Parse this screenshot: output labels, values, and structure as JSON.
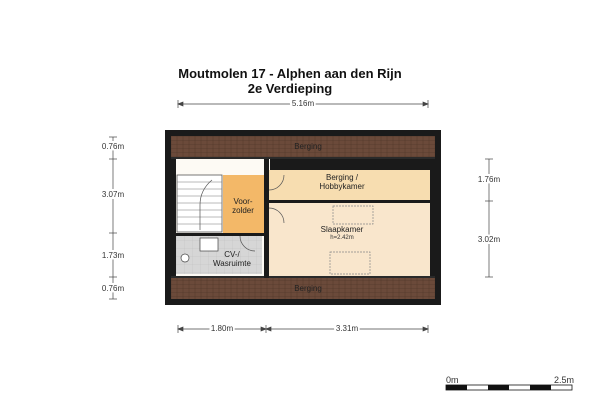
{
  "header": {
    "title": "Moutmolen 17 - Alphen aan den Rijn",
    "subtitle": "2e Verdieping"
  },
  "dimensions": {
    "top_width": "5.16m",
    "bottom_left": "1.80m",
    "bottom_right": "3.31m",
    "left_1": "0.76m",
    "left_2": "3.07m",
    "left_3": "1.73m",
    "left_4": "0.76m",
    "right_1": "1.76m",
    "right_2": "3.02m"
  },
  "rooms": {
    "berging_top": "Berging",
    "berging_bottom": "Berging",
    "hobby_line1": "Berging /",
    "hobby_line2": "Hobbykamer",
    "voorzolder_line1": "Voor-",
    "voorzolder_line2": "zolder",
    "cv_line1": "CV-/",
    "cv_line2": "Wasruimte",
    "slaapkamer": "Slaapkamer",
    "slaapkamer_height": "h=2.42m"
  },
  "scale": {
    "start": "0m",
    "end": "2.5m"
  },
  "colors": {
    "roof": "#6b4a3a",
    "wall": "#1a1a1a",
    "hobby_floor": "#f7ddb0",
    "bedroom_floor": "#f9e6cc",
    "landing_floor": "#f3b868",
    "utility_floor": "#d6d6d6"
  }
}
